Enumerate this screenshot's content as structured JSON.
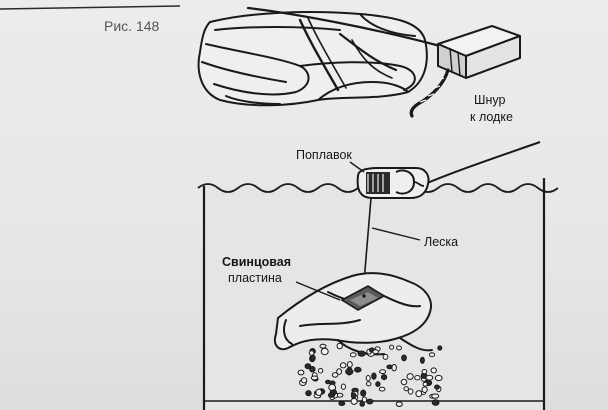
{
  "figure": {
    "number_label": "Рис. 148"
  },
  "labels": {
    "cord": [
      "Шнур",
      "к лодке"
    ],
    "float": "Поплавок",
    "line": "Леска",
    "plate": [
      "Свинцовая",
      "пластина"
    ]
  },
  "colors": {
    "ink": "#1a1a1a",
    "paper": "#e9eaea",
    "water_fill": "#e3e4e3"
  }
}
